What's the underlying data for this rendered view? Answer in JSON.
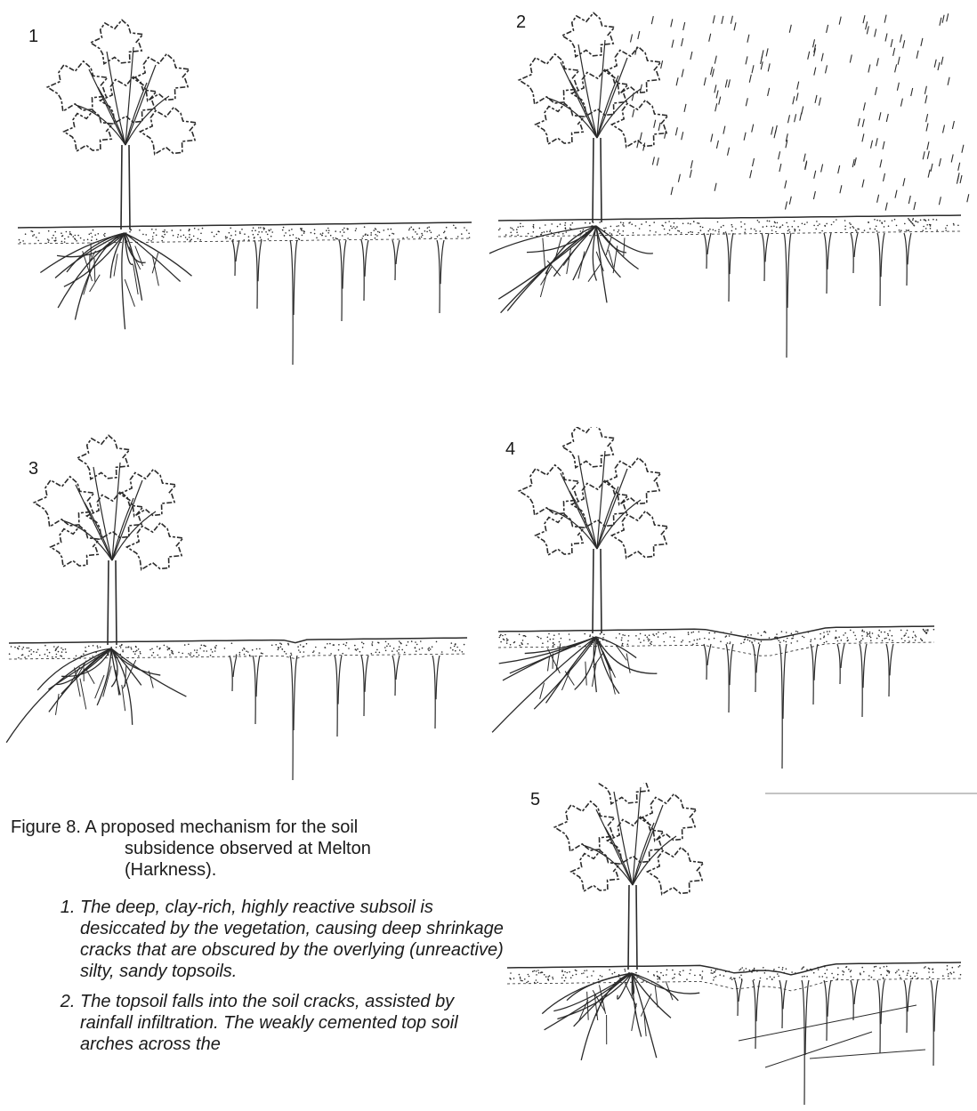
{
  "panels": [
    {
      "number": "1"
    },
    {
      "number": "2"
    },
    {
      "number": "3"
    },
    {
      "number": "4"
    },
    {
      "number": "5"
    }
  ],
  "caption": {
    "figure_label": "Figure 8.",
    "title_line1": "A proposed mechanism for the soil",
    "title_line2": "subsidence observed at Melton",
    "title_line3": "(Harkness).",
    "steps": [
      "The deep, clay-rich, highly reactive subsoil is desiccated by the vegetation, causing deep shrinkage cracks that are obscured by the overlying (unreactive) silty, sandy topsoils.",
      "The topsoil falls into the soil cracks, assisted by rainfall infiltration. The weakly cemented top soil arches across the"
    ]
  },
  "colors": {
    "line": "#2a2a2a",
    "background": "#ffffff"
  }
}
